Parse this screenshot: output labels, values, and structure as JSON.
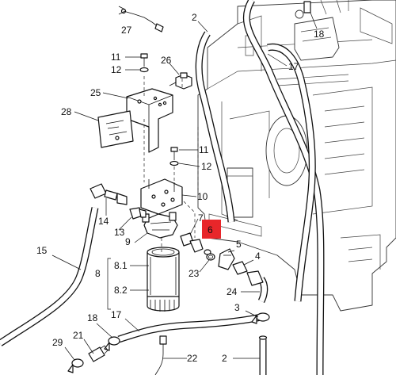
{
  "colors": {
    "line": "#111111",
    "background": "#ffffff",
    "highlight": "#e8262a"
  },
  "highlighted_callout": "6",
  "callouts": {
    "c27": "27",
    "c2_top": "2",
    "c18_top": "18",
    "c17_top": "17",
    "c11_top": "11",
    "c12_top": "12",
    "c26": "26",
    "c25": "25",
    "c28": "28",
    "c11_mid": "11",
    "c12_mid": "12",
    "c10": "10",
    "c7": "7",
    "c6": "6",
    "c14": "14",
    "c13": "13",
    "c9": "9",
    "c5": "5",
    "c4": "4",
    "c15": "15",
    "c8_1": "8.1",
    "c8": "8",
    "c23": "23",
    "c8_2": "8.2",
    "c24": "24",
    "c18_bot": "18",
    "c17_bot": "17",
    "c3": "3",
    "c21": "21",
    "c29": "29",
    "c22": "22",
    "c2_bot": "2"
  }
}
